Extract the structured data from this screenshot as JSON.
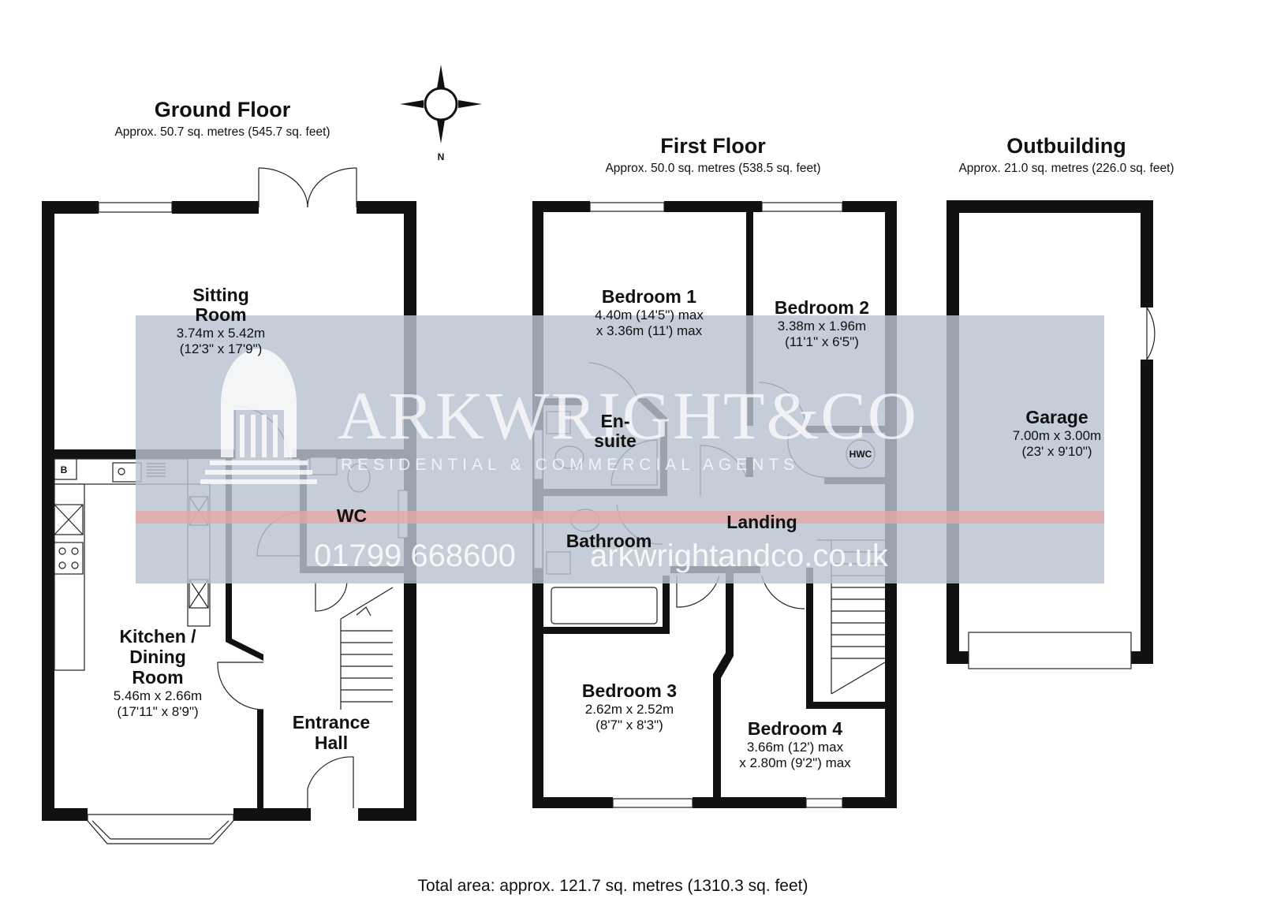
{
  "ground_floor": {
    "title": "Ground Floor",
    "area": "Approx. 50.7 sq. metres (545.7 sq. feet)",
    "rooms": {
      "sitting": {
        "name1": "Sitting",
        "name2": "Room",
        "dim1": "3.74m x 5.42m",
        "dim2": "(12'3\" x 17'9\")"
      },
      "kitchen": {
        "name1": "Kitchen /",
        "name2": "Dining",
        "name3": "Room",
        "dim1": "5.46m x 2.66m",
        "dim2": "(17'11\" x 8'9\")"
      },
      "wc": {
        "name": "WC"
      },
      "entrance": {
        "name1": "Entrance",
        "name2": "Hall"
      },
      "boiler": {
        "label": "B"
      }
    }
  },
  "first_floor": {
    "title": "First Floor",
    "area": "Approx. 50.0 sq. metres (538.5 sq. feet)",
    "rooms": {
      "bedroom1": {
        "name": "Bedroom 1",
        "dim1": "4.40m (14'5\") max",
        "dim2": "x 3.36m (11') max"
      },
      "bedroom2": {
        "name": "Bedroom 2",
        "dim1": "3.38m x 1.96m",
        "dim2": "(11'1\" x 6'5\")"
      },
      "ensuite": {
        "name1": "En-",
        "name2": "suite"
      },
      "landing": {
        "name": "Landing"
      },
      "bathroom": {
        "name": "Bathroom"
      },
      "bedroom3": {
        "name": "Bedroom 3",
        "dim1": "2.62m x 2.52m",
        "dim2": "(8'7\" x 8'3\")"
      },
      "bedroom4": {
        "name": "Bedroom 4",
        "dim1": "3.66m (12') max",
        "dim2": "x 2.80m (9'2\") max"
      },
      "hwc": {
        "label": "HWC"
      }
    }
  },
  "outbuilding": {
    "title": "Outbuilding",
    "area": "Approx. 21.0 sq. metres (226.0 sq. feet)",
    "rooms": {
      "garage": {
        "name": "Garage",
        "dim1": "7.00m x 3.00m",
        "dim2": "(23' x 9'10\")"
      }
    }
  },
  "compass": {
    "label": "N",
    "icon": "compass-rose-icon"
  },
  "watermark": {
    "brand": "ARKWRIGHT&CO",
    "tagline": "RESIDENTIAL & COMMERCIAL AGENTS",
    "phone": "01799 668600",
    "website": "arkwrightandco.co.uk"
  },
  "total_area": "Total area: approx. 121.7 sq. metres (1310.3 sq. feet)",
  "colors": {
    "walls": "#111111",
    "watermark_band": "#b7c2cf",
    "watermark_stripe": "#e8a6a6",
    "background": "#ffffff"
  }
}
